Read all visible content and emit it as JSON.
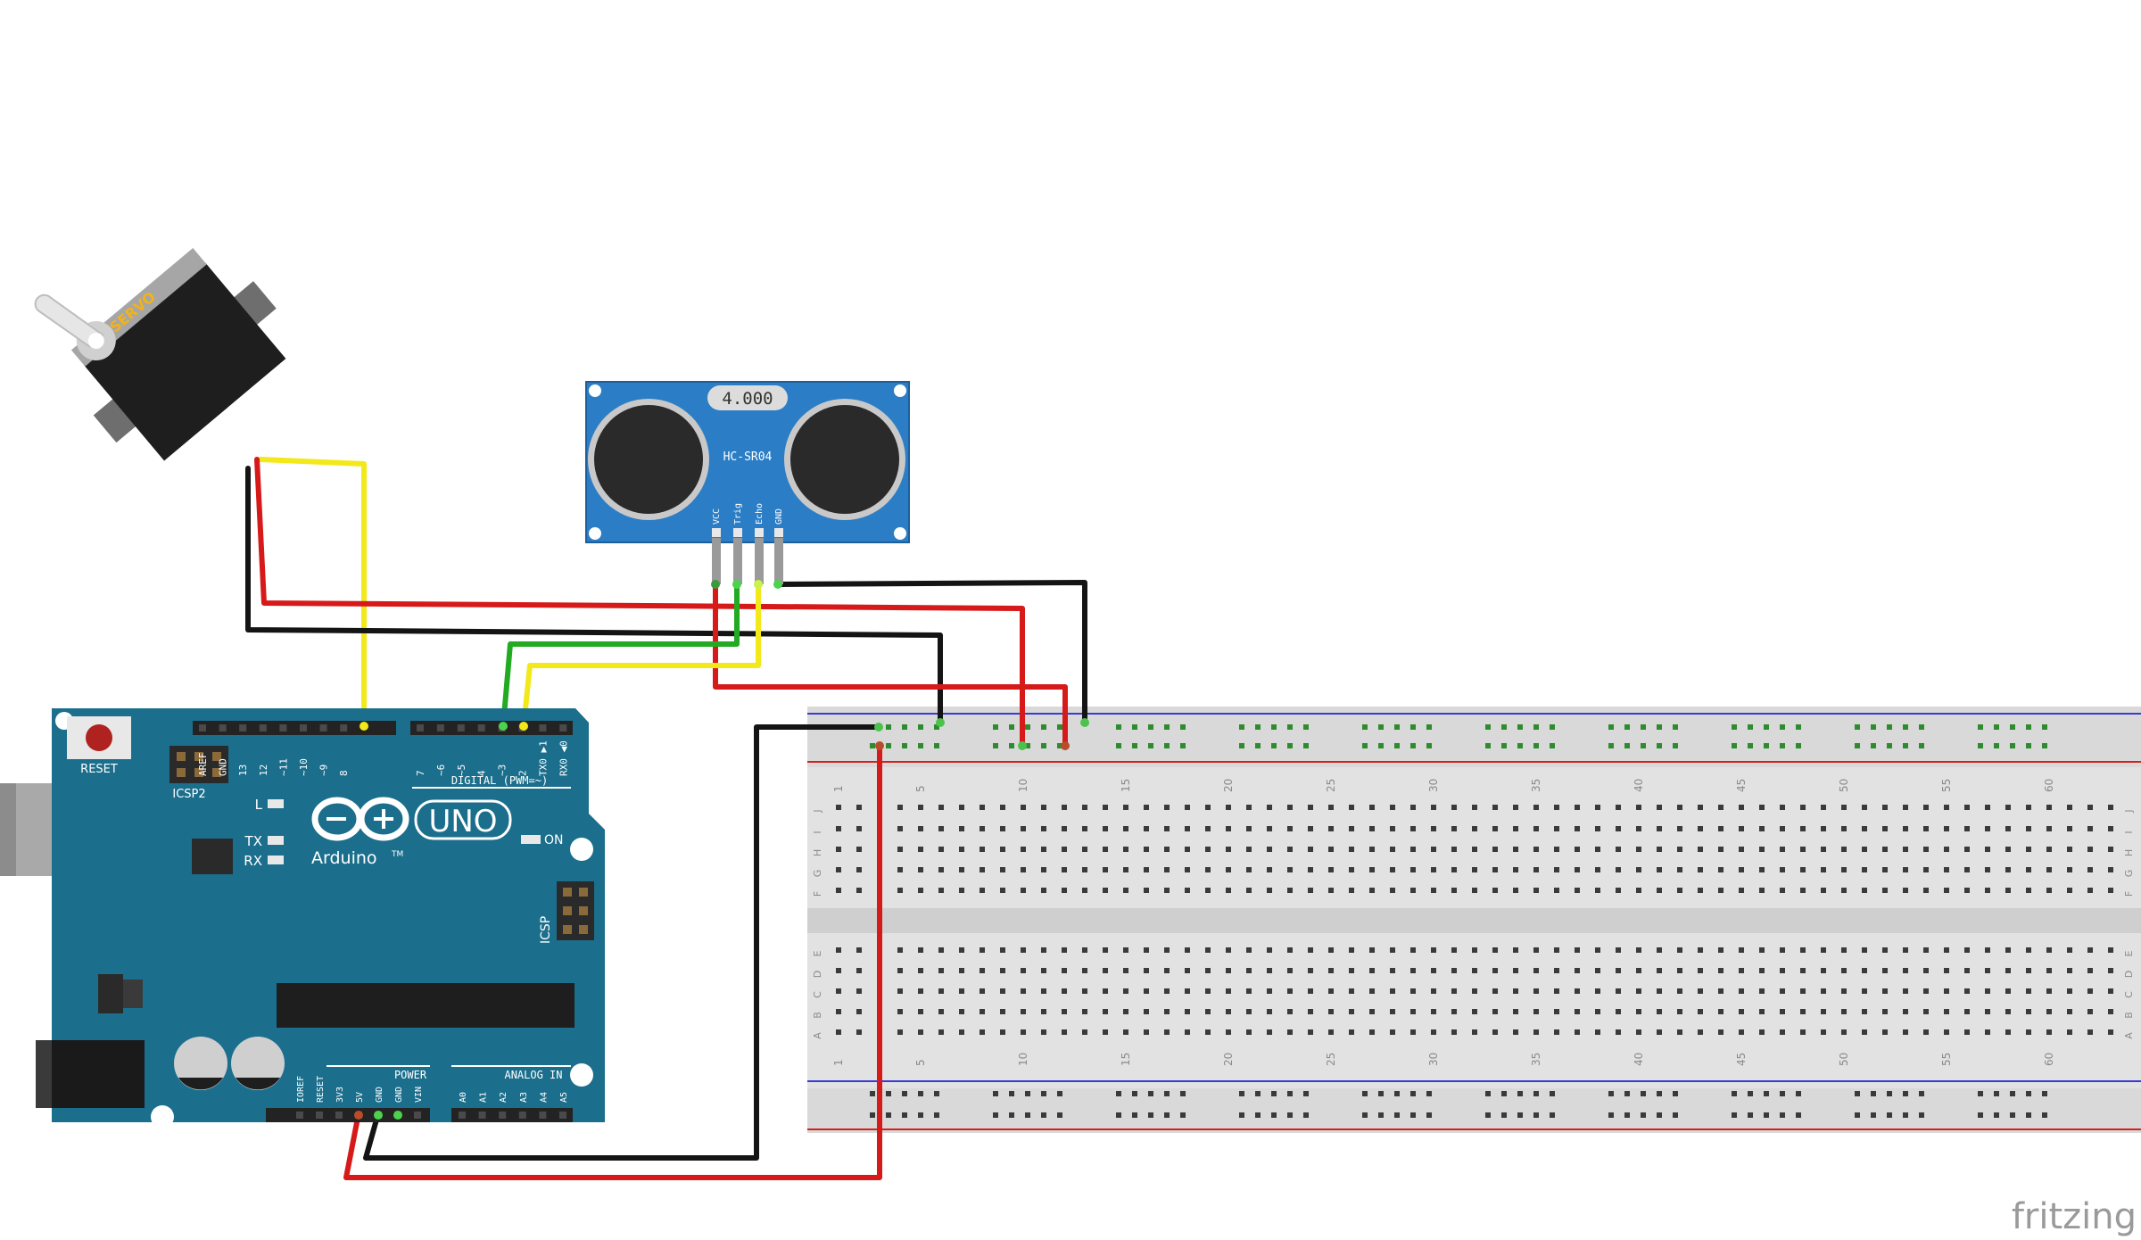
{
  "watermark": "fritzing",
  "servo": {
    "label": "SERVO"
  },
  "sensor": {
    "display": "4.000",
    "model": "HC-SR04",
    "pins": [
      "VCC",
      "Trig",
      "Echo",
      "GND"
    ]
  },
  "arduino": {
    "reset_label": "RESET",
    "icsp2_label": "ICSP2",
    "icsp_label": "ICSP",
    "logo_text": "Arduino",
    "tm": "TM",
    "model": "UNO",
    "led_l": "L",
    "led_tx": "TX",
    "led_rx": "RX",
    "on_label": "ON",
    "digital_label": "DIGITAL (PWM=~)",
    "power_label": "POWER",
    "analog_label": "ANALOG IN",
    "digital_pins": [
      "AREF",
      "GND",
      "13",
      "12",
      "~11",
      "~10",
      "~9",
      "8",
      "7",
      "~6",
      "~5",
      "4",
      "~3",
      "2",
      "TX0 ▶1",
      "RX0 ◀0"
    ],
    "power_pins": [
      "IOREF",
      "RESET",
      "3V3",
      "5V",
      "GND",
      "GND",
      "VIN"
    ],
    "analog_pins": [
      "A0",
      "A1",
      "A2",
      "A3",
      "A4",
      "A5"
    ]
  },
  "breadboard": {
    "column_numbers": [
      "1",
      "5",
      "10",
      "15",
      "20",
      "25",
      "30",
      "35",
      "40",
      "45",
      "50",
      "55",
      "60"
    ],
    "rows_top": [
      "J",
      "I",
      "H",
      "G",
      "F"
    ],
    "rows_bottom": [
      "E",
      "D",
      "C",
      "B",
      "A"
    ]
  },
  "colors": {
    "board_blue": "#1b6f8c",
    "sensor_blue": "#2b7dc5",
    "wire_red": "#d61a1a",
    "wire_black": "#141414",
    "wire_yellow": "#f2e81a",
    "wire_green": "#22aa22",
    "breadboard": "#d9d9d9"
  }
}
